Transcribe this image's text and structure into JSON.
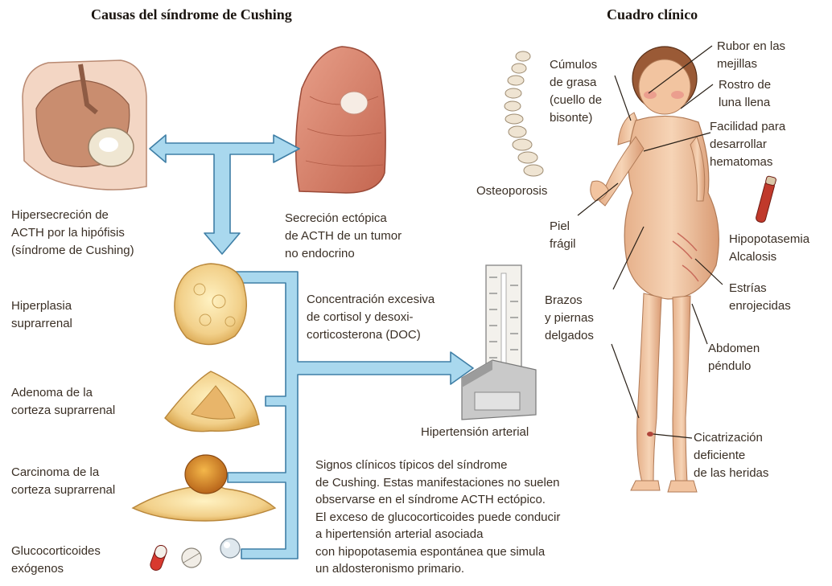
{
  "titles": {
    "causes": "Causas del síndrome de Cushing",
    "clinical": "Cuadro clínico"
  },
  "causes": {
    "pituitary": [
      "Hipersecreción de",
      "ACTH por la hipófisis",
      "(síndrome de Cushing)"
    ],
    "ectopic": [
      "Secreción ectópica",
      "de ACTH de un tumor",
      "no endocrino"
    ],
    "hyperplasia": [
      "Hiperplasia",
      "suprarrenal"
    ],
    "adenoma": [
      "Adenoma de la",
      "corteza suprarrenal"
    ],
    "carcinoma": [
      "Carcinoma de la",
      "corteza suprarrenal"
    ],
    "exogenous": [
      "Glucocorticoides",
      "exógenos"
    ]
  },
  "center": {
    "excess": [
      "Concentración excesiva",
      "de cortisol y desoxi-",
      "corticosterona (DOC)"
    ],
    "hypertension": "Hipertensión arterial",
    "caption": [
      "Signos clínicos típicos del síndrome",
      "de Cushing. Estas manifestaciones no suelen",
      "observarse en el síndrome ACTH ectópico.",
      "El exceso de glucocorticoides puede conducir",
      "a hipertensión arterial asociada",
      "con hipopotasemia espontánea que simula",
      "un aldosteronismo primario."
    ]
  },
  "clinical": {
    "fat": [
      "Cúmulos",
      "de grasa",
      "(cuello de",
      "bisonte)"
    ],
    "osteoporosis": "Osteoporosis",
    "skin": [
      "Piel",
      "frágil"
    ],
    "limbs": [
      "Brazos",
      "y piernas",
      "delgados"
    ],
    "cheeks": [
      "Rubor en las",
      "mejillas"
    ],
    "moonface": [
      "Rostro de",
      "luna llena"
    ],
    "bruising": [
      "Facilidad para",
      "desarrollar",
      "hematomas"
    ],
    "hypokalemia": [
      "Hipopotasemia",
      "Alcalosis"
    ],
    "striae": [
      "Estrías",
      "enrojecidas"
    ],
    "abdomen": [
      "Abdomen",
      "péndulo"
    ],
    "healing": [
      "Cicatrización",
      "deficiente",
      "de las heridas"
    ]
  },
  "colors": {
    "arrow_fill": "#a9d8ee",
    "arrow_stroke": "#3f7fa6",
    "gland": "#f2d08a",
    "skin": "#f0c8a0",
    "tissue": "#d4836e"
  }
}
